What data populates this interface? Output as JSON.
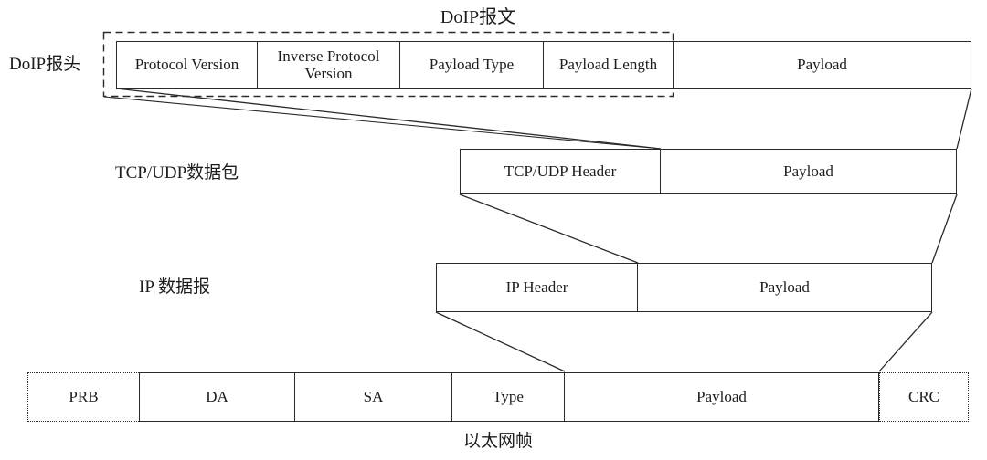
{
  "title": "DoIP报文",
  "colors": {
    "line": "#2a2a2a",
    "background": "#ffffff"
  },
  "doip": {
    "header_label": "DoIP报头",
    "cells": [
      "Protocol Version",
      "Inverse Protocol Version",
      "Payload Type",
      "Payload Length",
      "Payload"
    ]
  },
  "tcp_udp": {
    "label": "TCP/UDP数据包",
    "cells": [
      "TCP/UDP Header",
      "Payload"
    ]
  },
  "ip": {
    "label": "IP 数据报",
    "cells": [
      "IP Header",
      "Payload"
    ]
  },
  "ethernet": {
    "label": "以太网帧",
    "cells": [
      "PRB",
      "DA",
      "SA",
      "Type",
      "Payload",
      "CRC"
    ]
  }
}
